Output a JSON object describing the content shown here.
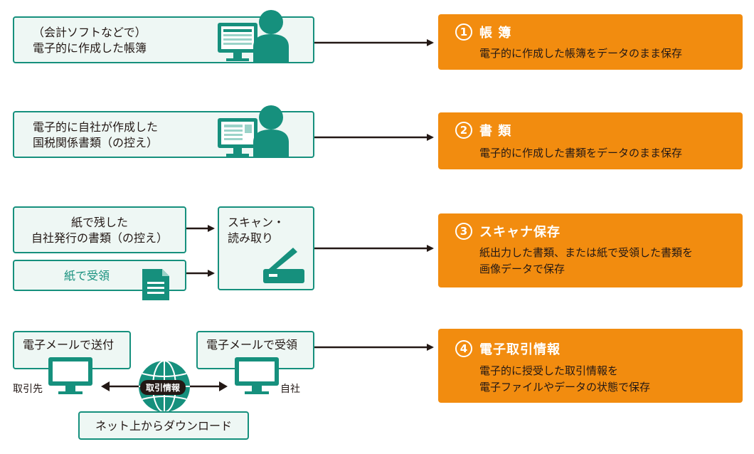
{
  "sources": {
    "s1": {
      "line1": "（会計ソフトなどで）",
      "line2": "電子的に作成した帳簿"
    },
    "s2": {
      "line1": "電子的に自社が作成した",
      "line2": "国税関係書類（の控え）"
    },
    "s3a": {
      "line1": "紙で残した",
      "line2": "自社発行の書類（の控え）"
    },
    "s3b": {
      "line1": "紙で受領"
    },
    "s3c": {
      "line1": "スキャン・",
      "line2": "読み取り"
    },
    "s4a": {
      "line1": "電子メールで送付"
    },
    "s4b": {
      "line1": "電子メールで受領"
    },
    "s4c": {
      "line1": "ネット上からダウンロード"
    },
    "left_label": "取引先",
    "right_label": "自社",
    "center_pill": "取引情報"
  },
  "results": [
    {
      "num": "1",
      "title": "帳 簿",
      "desc1": "電子的に作成した帳簿をデータのまま保存",
      "desc2": ""
    },
    {
      "num": "2",
      "title": "書 類",
      "desc1": "電子的に作成した書類をデータのまま保存",
      "desc2": ""
    },
    {
      "num": "3",
      "title": "スキャナ保存",
      "desc1": "紙出力した書類、または紙で受領した書類を",
      "desc2": "画像データで保存"
    },
    {
      "num": "4",
      "title": "電子取引情報",
      "desc1": "電子的に授受した取引情報を",
      "desc2": "電子ファイルやデータの状態で保存"
    }
  ],
  "colors": {
    "teal": "#16907d",
    "teal_light": "#eef7f4",
    "orange": "#f28c0f",
    "dark": "#231815"
  }
}
